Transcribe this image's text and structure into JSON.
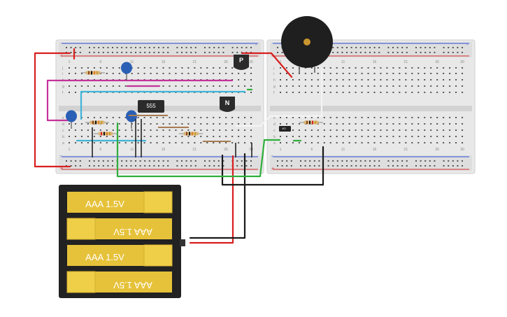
{
  "components": {
    "timer_ic": {
      "label": "555"
    },
    "pnp_transistor": {
      "label": "P"
    },
    "npn_transistor": {
      "label": "N"
    },
    "switch": {
      "label": "I/O"
    }
  },
  "battery_pack": {
    "cells": [
      {
        "label": "AAA 1.5V",
        "orientation": "normal"
      },
      {
        "label": "AAA 1.5V",
        "orientation": "flipped"
      },
      {
        "label": "AAA 1.5V",
        "orientation": "normal"
      },
      {
        "label": "AAA 1.5V",
        "orientation": "flipped"
      }
    ]
  },
  "breadboard": {
    "column_count": 30,
    "row_labels_top": [
      "j",
      "i",
      "h",
      "g",
      "f"
    ],
    "row_labels_bottom": [
      "e",
      "d",
      "c",
      "b",
      "a"
    ],
    "rail_labels": {
      "plus": "+",
      "minus": "-"
    }
  },
  "colors": {
    "board": "#e8e8e8",
    "rail_red": "#d42a2a",
    "rail_blue": "#2a4fd4",
    "wire_red": "#d81f1f",
    "wire_black": "#1a1a1a",
    "wire_green": "#2fae3a",
    "wire_magenta": "#c4329a",
    "wire_cyan": "#3fb5d8",
    "wire_white": "#f4f4f4",
    "capacitor": "#2a5fb5",
    "battery_yellow": "#e6c23a",
    "ic": "#2b2b2b"
  }
}
